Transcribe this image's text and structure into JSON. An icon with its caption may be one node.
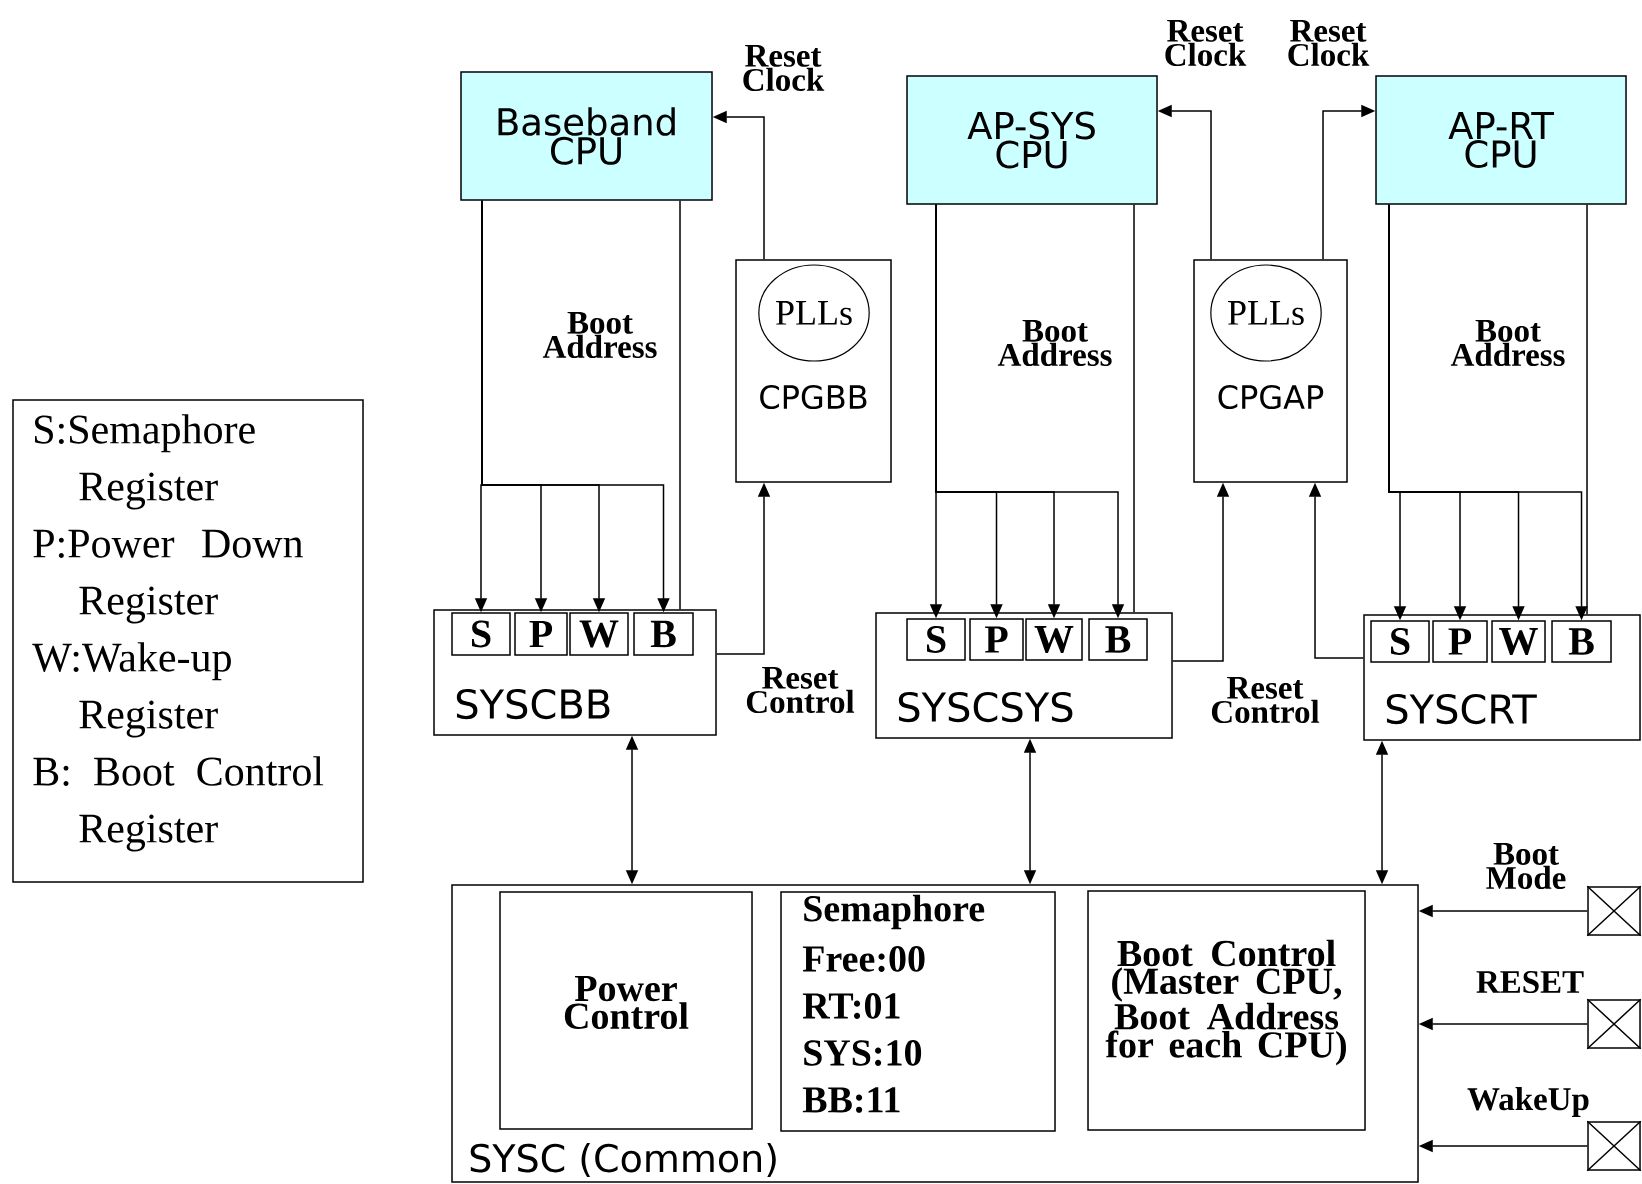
{
  "diagram": {
    "nodes": [
      {
        "text": [
          "Baseband CPU"
        ]
      },
      {
        "text": [
          "CPGBB"
        ]
      },
      {
        "text": [
          "PLLs"
        ],
        "in": 1
      },
      {
        "text": [
          "AP-SYS CPU"
        ]
      },
      {
        "text": [
          "CPGAP"
        ]
      },
      {
        "text": [
          "PLLs"
        ],
        "in": 4
      },
      {
        "text": [
          "AP-RT CPU"
        ]
      },
      {
        "text": [
          "S:Semaphore Register",
          "P:Power Down Register",
          "W:Wake-up Register",
          "B: Boot Control Register"
        ]
      },
      {
        "text": [
          "SYSCBB"
        ]
      },
      {
        "text": [
          "S"
        ],
        "in": 8
      },
      {
        "text": [
          "P"
        ],
        "in": 8
      },
      {
        "text": [
          "W"
        ],
        "in": 8
      },
      {
        "text": [
          "B"
        ],
        "in": 8
      },
      {
        "text": [
          "SYSCSYS"
        ]
      },
      {
        "text": [
          "S"
        ],
        "in": 13
      },
      {
        "text": [
          "P"
        ],
        "in": 13
      },
      {
        "text": [
          "W"
        ],
        "in": 13
      },
      {
        "text": [
          "B"
        ],
        "in": 13
      },
      {
        "text": [
          "SYSCRT"
        ]
      },
      {
        "text": [
          "S"
        ],
        "in": 18
      },
      {
        "text": [
          "P"
        ],
        "in": 18
      },
      {
        "text": [
          "W"
        ],
        "in": 18
      },
      {
        "text": [
          "B"
        ],
        "in": 18
      },
      {
        "text": [
          "SYSC (Common)"
        ]
      },
      {
        "text": [
          "Power Control"
        ],
        "in": 23
      },
      {
        "text": [
          "Semaphore",
          "Free:00",
          "RT:01",
          "SYS:10",
          "BB:11"
        ],
        "in": 23
      },
      {
        "text": [
          "Boot Control (Master CPU, Boot Address for each CPU)"
        ],
        "in": 23
      },
      {
        "text": [],
        "shape": "box",
        "beside": [
          "Boot Mode"
        ]
      },
      {
        "text": [],
        "shape": "box",
        "beside": [
          "RESET"
        ]
      },
      {
        "text": [],
        "shape": "box",
        "beside": [
          "WakeUp"
        ]
      }
    ],
    "edges": [
      {
        "from": 1,
        "to": 0,
        "arrow": "to",
        "label": "Reset Clock"
      },
      {
        "from": 4,
        "to": 3,
        "arrow": "to",
        "label": "Reset Clock"
      },
      {
        "from": 4,
        "to": 6,
        "arrow": "to",
        "label": "Reset Clock"
      },
      {
        "from": 0,
        "to": 9,
        "arrow": "to"
      },
      {
        "from": 0,
        "to": 10,
        "arrow": "to"
      },
      {
        "from": 0,
        "to": 11,
        "arrow": "to"
      },
      {
        "from": 0,
        "to": 12,
        "arrow": "to"
      },
      {
        "from": 0,
        "to": 8,
        "arrow": "none",
        "label": "Boot Address"
      },
      {
        "from": 8,
        "to": 1,
        "arrow": "to",
        "label": "Reset Control"
      },
      {
        "from": 3,
        "to": 14,
        "arrow": "to"
      },
      {
        "from": 3,
        "to": 15,
        "arrow": "to"
      },
      {
        "from": 3,
        "to": 16,
        "arrow": "to"
      },
      {
        "from": 3,
        "to": 17,
        "arrow": "to"
      },
      {
        "from": 3,
        "to": 13,
        "arrow": "none",
        "label": "Boot Address"
      },
      {
        "from": 13,
        "to": 4,
        "arrow": "to",
        "label": "Reset Control"
      },
      {
        "from": 18,
        "to": 4,
        "arrow": "to"
      },
      {
        "from": 6,
        "to": 19,
        "arrow": "to"
      },
      {
        "from": 6,
        "to": 20,
        "arrow": "to"
      },
      {
        "from": 6,
        "to": 21,
        "arrow": "to"
      },
      {
        "from": 6,
        "to": 22,
        "arrow": "to"
      },
      {
        "from": 6,
        "to": 18,
        "arrow": "none",
        "label": "Boot Address"
      },
      {
        "from": 8,
        "to": 23,
        "arrow": "both"
      },
      {
        "from": 13,
        "to": 23,
        "arrow": "both"
      },
      {
        "from": 18,
        "to": 23,
        "arrow": "both"
      },
      {
        "from": 27,
        "to": 23,
        "arrow": "to"
      },
      {
        "from": 28,
        "to": 23,
        "arrow": "to"
      },
      {
        "from": 29,
        "to": 23,
        "arrow": "to"
      }
    ]
  }
}
